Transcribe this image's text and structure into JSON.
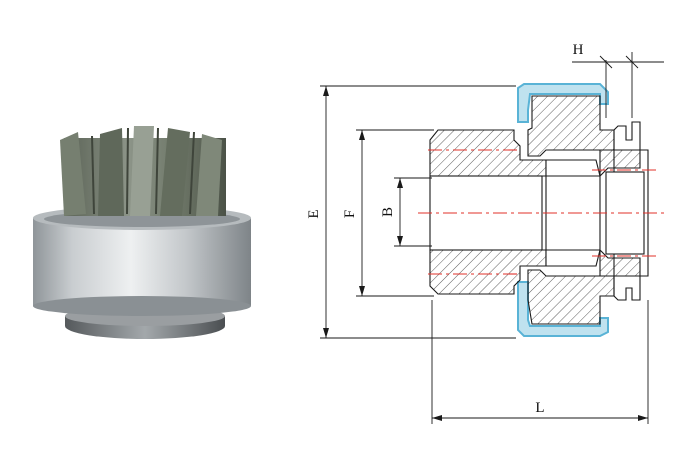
{
  "photo": {
    "subject": "starter-drive-pinion-photo"
  },
  "drawing": {
    "dimensions": {
      "H": "H",
      "E": "E",
      "F": "F",
      "B": "B",
      "L": "L"
    }
  },
  "colors": {
    "outline": "#1a1a1a",
    "centerline": "#e0302a",
    "housing_blue": "#59b3d6",
    "metal_light": "#d6dadd",
    "metal_dark": "#7d8386",
    "gear_green": "#6f7864"
  }
}
